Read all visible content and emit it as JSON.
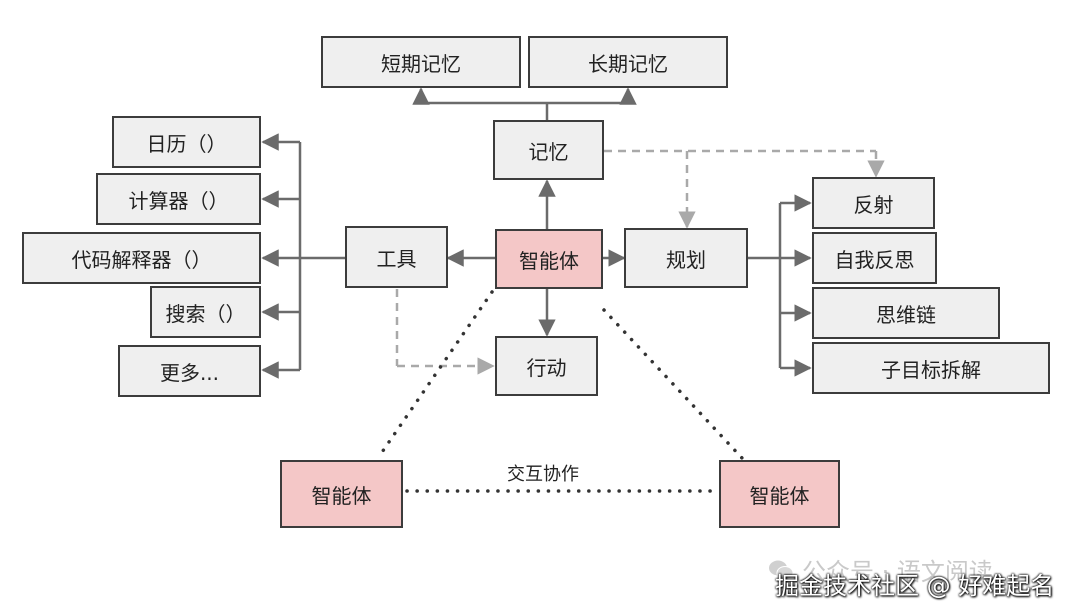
{
  "nodes": {
    "short_term_memory": "短期记忆",
    "long_term_memory": "长期记忆",
    "memory": "记忆",
    "tools": "工具",
    "agent_center": "智能体",
    "planning": "规划",
    "action": "行动",
    "calendar": "日历（）",
    "calculator": "计算器（）",
    "code_interpreter": "代码解释器（）",
    "search": "搜索（）",
    "more": "更多...",
    "reflection": "反射",
    "self_criticism": "自我反思",
    "chain_of_thought": "思维链",
    "subgoal_decomposition": "子目标拆解",
    "agent_left": "智能体",
    "agent_right": "智能体"
  },
  "labels": {
    "collaboration": "交互协作"
  },
  "watermark": {
    "wechat": "公众号 · 语文阅读",
    "juejin": "掘金技术社区 @ 好难起名"
  },
  "colors": {
    "agent_fill": "#f4c7c7",
    "node_fill": "#efefef",
    "line": "#6b6b6b",
    "dashed": "#a9a9a9"
  }
}
